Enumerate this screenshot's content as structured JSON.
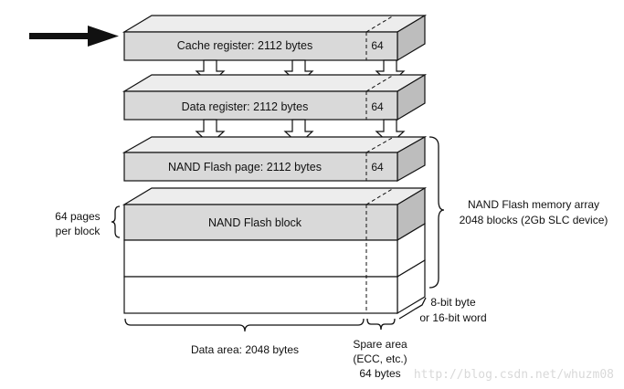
{
  "layers": {
    "cache_register": {
      "label": "Cache register: 2112 bytes",
      "spare": "64"
    },
    "data_register": {
      "label": "Data register: 2112 bytes",
      "spare": "64"
    },
    "nand_page": {
      "label": "NAND Flash page: 2112 bytes",
      "spare": "64"
    },
    "nand_block": {
      "label": "NAND Flash block"
    }
  },
  "annotations": {
    "pages_per_block": {
      "line1": "64 pages",
      "line2": "per block"
    },
    "memory_array": {
      "line1": "NAND Flash memory array",
      "line2": "2048 blocks (2Gb SLC device)"
    },
    "word_size": {
      "line1": "8-bit byte",
      "line2": "or 16-bit word"
    },
    "data_area": "Data area: 2048 bytes",
    "spare_area": {
      "line1": "Spare area",
      "line2": "(ECC, etc.)",
      "line3": "64 bytes"
    }
  },
  "watermark": "http://blog.csdn.net/whuzm08",
  "colors": {
    "layer_fill": "#d9d9d9",
    "layer_top": "#ededed",
    "layer_side": "#bdbdbd",
    "blank_fill": "#ffffff",
    "stroke": "#111111"
  }
}
